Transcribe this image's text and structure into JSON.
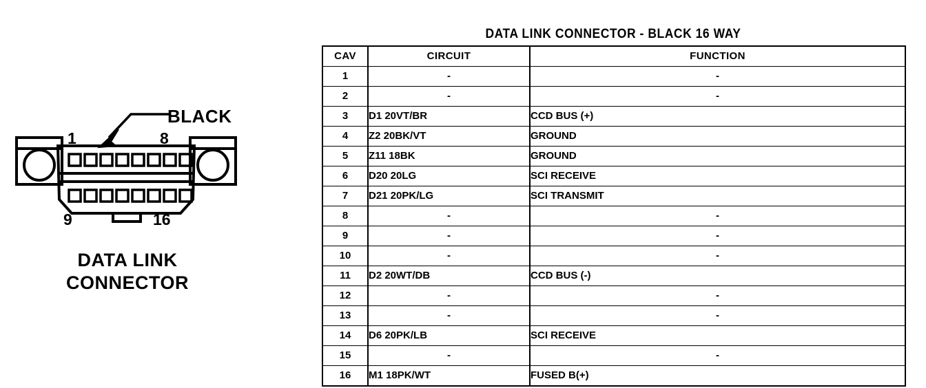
{
  "figure": {
    "callout_label": "BLACK",
    "pin_labels": {
      "top_left": "1",
      "top_right": "8",
      "bottom_left": "9",
      "bottom_right": "16"
    },
    "caption_line1": "DATA LINK",
    "caption_line2": "CONNECTOR",
    "top_row_pins": 8,
    "bottom_row_pins": 8,
    "line_color": "#000000"
  },
  "table": {
    "title": "DATA LINK CONNECTOR - BLACK 16 WAY",
    "columns": [
      "CAV",
      "CIRCUIT",
      "FUNCTION"
    ],
    "rows": [
      {
        "cav": "1",
        "circuit": "-",
        "function": "-"
      },
      {
        "cav": "2",
        "circuit": "-",
        "function": "-"
      },
      {
        "cav": "3",
        "circuit": "D1 20VT/BR",
        "function": "CCD BUS (+)"
      },
      {
        "cav": "4",
        "circuit": "Z2 20BK/VT",
        "function": "GROUND"
      },
      {
        "cav": "5",
        "circuit": "Z11 18BK",
        "function": "GROUND"
      },
      {
        "cav": "6",
        "circuit": "D20 20LG",
        "function": "SCI RECEIVE"
      },
      {
        "cav": "7",
        "circuit": "D21 20PK/LG",
        "function": "SCI TRANSMIT"
      },
      {
        "cav": "8",
        "circuit": "-",
        "function": "-"
      },
      {
        "cav": "9",
        "circuit": "-",
        "function": "-"
      },
      {
        "cav": "10",
        "circuit": "-",
        "function": "-"
      },
      {
        "cav": "11",
        "circuit": "D2 20WT/DB",
        "function": "CCD BUS (-)"
      },
      {
        "cav": "12",
        "circuit": "-",
        "function": "-"
      },
      {
        "cav": "13",
        "circuit": "-",
        "function": "-"
      },
      {
        "cav": "14",
        "circuit": "D6 20PK/LB",
        "function": "SCI RECEIVE"
      },
      {
        "cav": "15",
        "circuit": "-",
        "function": "-"
      },
      {
        "cav": "16",
        "circuit": "M1 18PK/WT",
        "function": "FUSED B(+)"
      }
    ]
  }
}
